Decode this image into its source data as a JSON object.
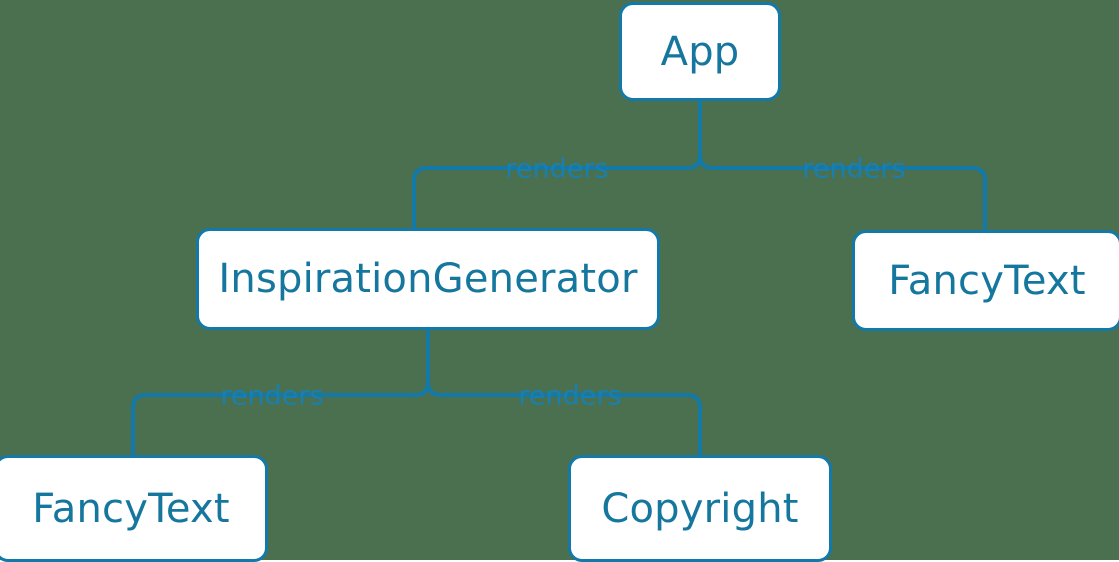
{
  "diagram": {
    "type": "component-tree",
    "background_color": "#4a7050",
    "node_fill_color": "#ffffff",
    "node_border_color": "#1379a8",
    "text_color": "#15769e",
    "edge_color": "#1379a8",
    "edge_label_color": "#1a7fae",
    "nodes": [
      {
        "id": "app",
        "label": "App"
      },
      {
        "id": "inspiration",
        "label": "InspirationGenerator"
      },
      {
        "id": "fancytext_right",
        "label": "FancyText"
      },
      {
        "id": "fancytext_bottom",
        "label": "FancyText"
      },
      {
        "id": "copyright",
        "label": "Copyright"
      }
    ],
    "edges": [
      {
        "from": "app",
        "to": "inspiration",
        "label": "renders"
      },
      {
        "from": "app",
        "to": "fancytext_right",
        "label": "renders"
      },
      {
        "from": "inspiration",
        "to": "fancytext_bottom",
        "label": "renders"
      },
      {
        "from": "inspiration",
        "to": "copyright",
        "label": "renders"
      }
    ],
    "edge_labels": {
      "app_to_inspiration": "renders",
      "app_to_fancytext": "renders",
      "inspiration_to_fancytext": "renders",
      "inspiration_to_copyright": "renders"
    }
  }
}
